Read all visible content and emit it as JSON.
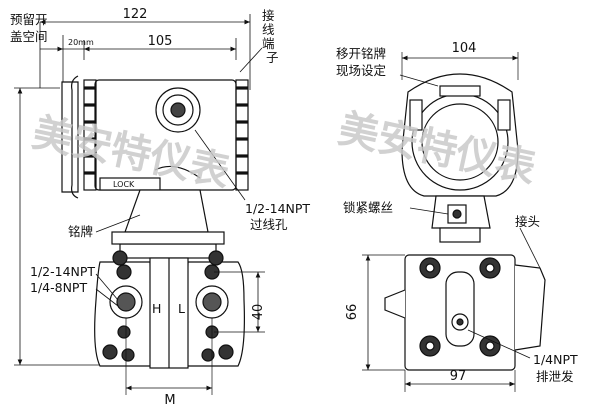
{
  "left_view": {
    "dim_width_total": "122",
    "dim_width_body": "105",
    "dim_space_small": "20mm",
    "dim_height_40": "40",
    "dim_M": "M",
    "label_reserve": [
      "预留开",
      "盖空间"
    ],
    "label_terminal": [
      "接",
      "线",
      "端",
      "子"
    ],
    "label_nameplate": "铭牌",
    "label_conduit": [
      "1/2-14NPT",
      "过线孔"
    ],
    "label_process": [
      "1/2-14NPT",
      "1/4-8NPT"
    ],
    "label_H": "H",
    "label_L": "L",
    "label_lock": "LOCK"
  },
  "right_view": {
    "dim_width_top": "104",
    "dim_height_66": "66",
    "dim_width_bottom": "97",
    "label_move_plate": [
      "移开铭牌",
      "现场设定"
    ],
    "label_lock_screw": "锁紧螺丝",
    "label_fitting": "接头",
    "label_drain": [
      "1/4NPT",
      "排泄发"
    ]
  },
  "watermark": "美安特仪表"
}
